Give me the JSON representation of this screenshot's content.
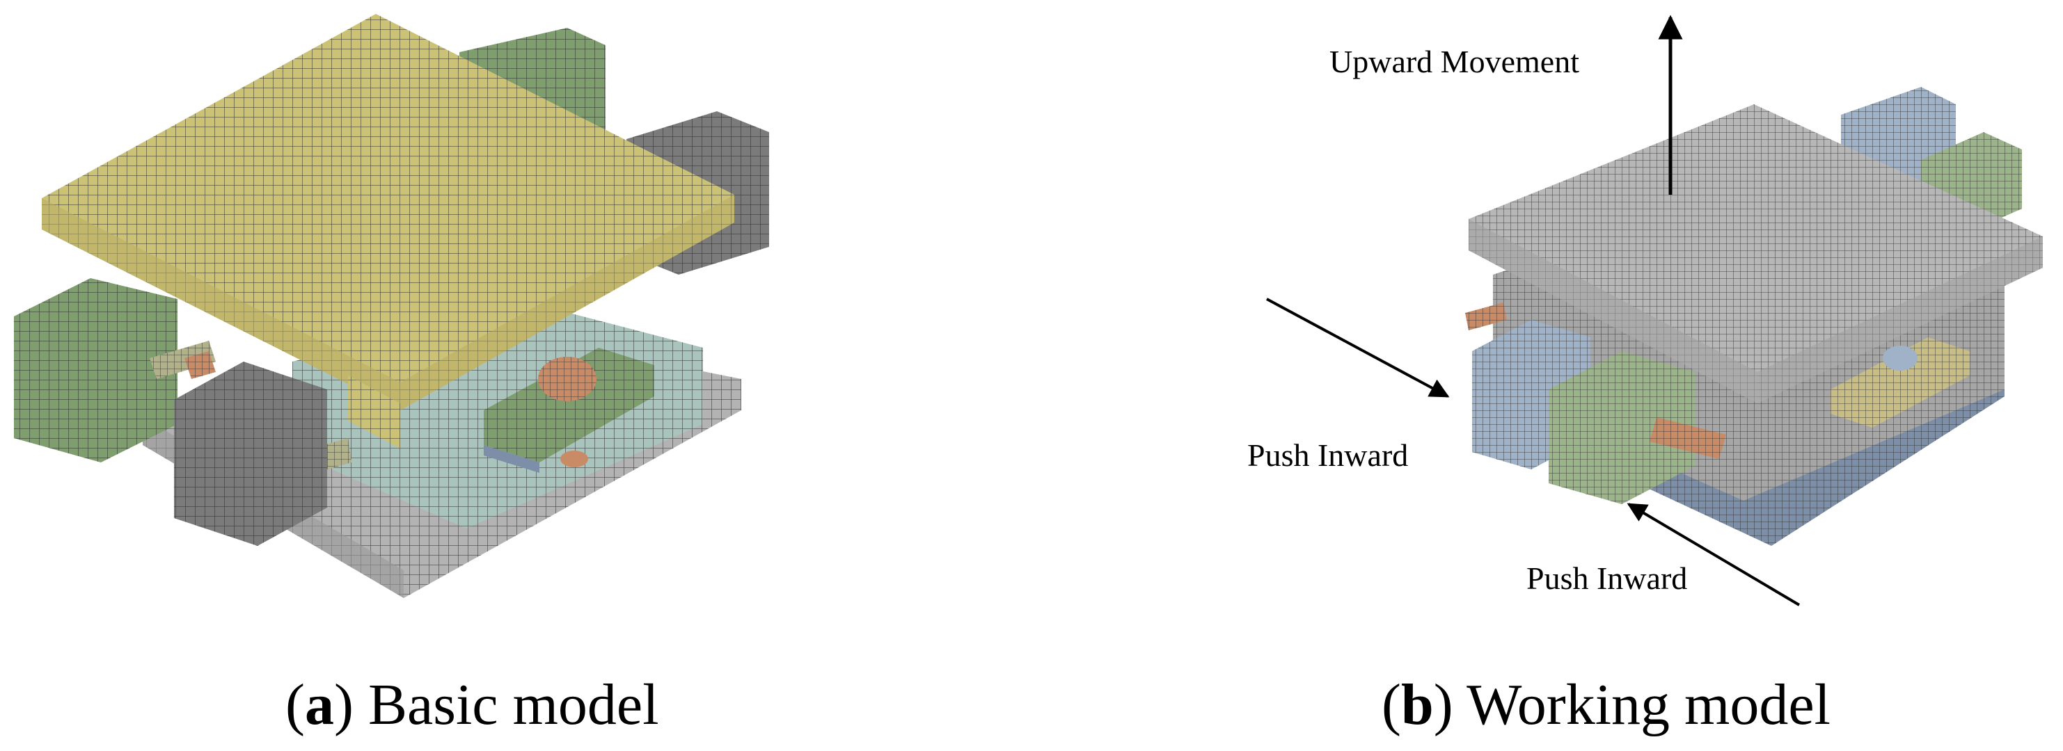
{
  "panel_a": {
    "caption_letter": "a",
    "caption_text": "Basic model",
    "colors": {
      "top_plate": "#ccc275",
      "mid_block": "#a9c4bc",
      "base": "#b3b3b3",
      "green_block": "#7e9e6d",
      "dark_block": "#7b7b7b",
      "bolt": "#c98b66",
      "rod": "#b2b28a"
    }
  },
  "panel_b": {
    "caption_letter": "b",
    "caption_text": "Working model",
    "annotations": {
      "upward": "Upward Movement",
      "push_left": "Push Inward",
      "push_right": "Push Inward"
    },
    "colors": {
      "top_plate": "#b7b7b7",
      "base": "#7d8fa8",
      "blue_block": "#9fb2c8",
      "green_block": "#9cb48a",
      "yellow_plate": "#c7bd85",
      "bolt": "#c98b66"
    }
  },
  "mesh_line_color": "#2b2b2b",
  "arrow_color": "#000000"
}
